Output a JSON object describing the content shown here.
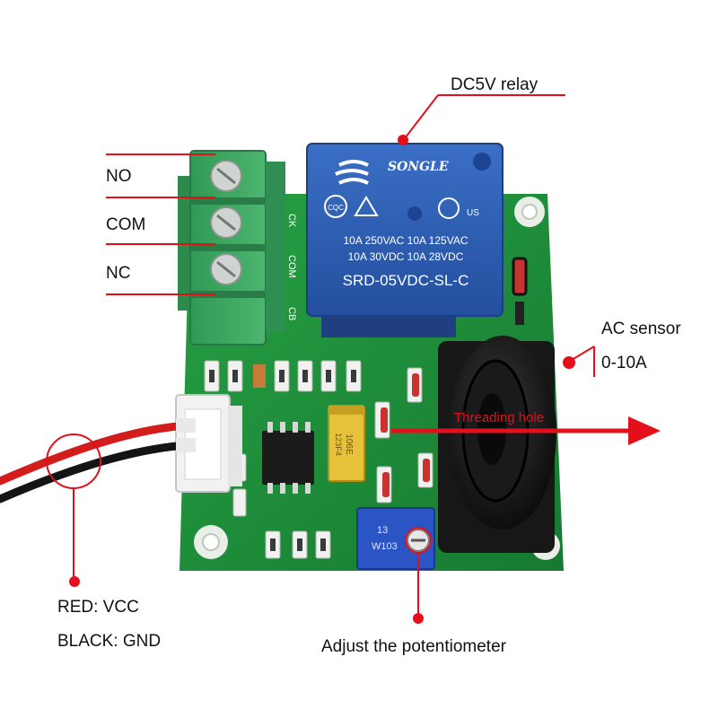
{
  "callouts": {
    "relay": "DC5V relay",
    "sensor_line1": "AC sensor",
    "sensor_line2": "0-10A",
    "threading": "Threading hole",
    "potentiometer": "Adjust the potentiometer",
    "red_wire": "RED: VCC",
    "black_wire": "BLACK: GND",
    "terminal_no": "NO",
    "terminal_com": "COM",
    "terminal_nc": "NC"
  },
  "board": {
    "terminal_silk": [
      "CK",
      "COM",
      "CB"
    ],
    "relay_brand": "SONGLE",
    "relay_cert_left": "CQC",
    "relay_cert_right": "US",
    "relay_spec1": "10A 250VAC  10A 125VAC",
    "relay_spec2": "10A  30VDC  10A  28VDC",
    "relay_model": "SRD-05VDC-SL-C",
    "capacitor_line1": "106E",
    "capacitor_line2": "123F4",
    "pot_code1": "13",
    "pot_code2": "W103"
  },
  "colors": {
    "callout_red": "#e3101b",
    "pcb_green": "#1f8e3a",
    "terminal_green": "#3da662",
    "relay_blue": "#2c5fb8",
    "sensor_black": "#141414"
  }
}
